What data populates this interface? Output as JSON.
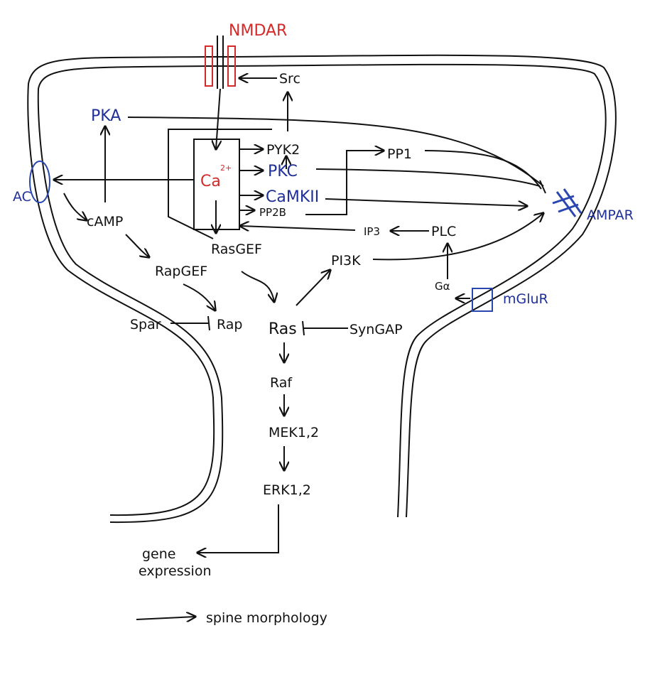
{
  "colors": {
    "ink": "#111111",
    "red": "#d42a2a",
    "blue": "#1f2f9a"
  },
  "labels": {
    "nmdar": "NMDAR",
    "src": "Src",
    "pka": "PKA",
    "pyk2": "PYK2",
    "pp1": "PP1",
    "ca_base": "Ca",
    "ca_sup": "2+",
    "pkc": "PKC",
    "camkii": "CaMKII",
    "pp2b": "PP2B",
    "ac": "AC",
    "camp": "cAMP",
    "ip3": "IP3",
    "plc": "PLC",
    "ampar": "AMPAR",
    "rasgef": "RasGEF",
    "pi3k": "PI3K",
    "rapgef": "RapGEF",
    "galpha": "Gα",
    "mglur": "mGluR",
    "spar": "Spar",
    "rap": "Rap",
    "ras": "Ras",
    "syngap": "SynGAP",
    "raf": "Raf",
    "mek": "MEK1,2",
    "erk": "ERK1,2",
    "gene1": "gene",
    "gene2": "expression",
    "spine": "spine morphology"
  }
}
